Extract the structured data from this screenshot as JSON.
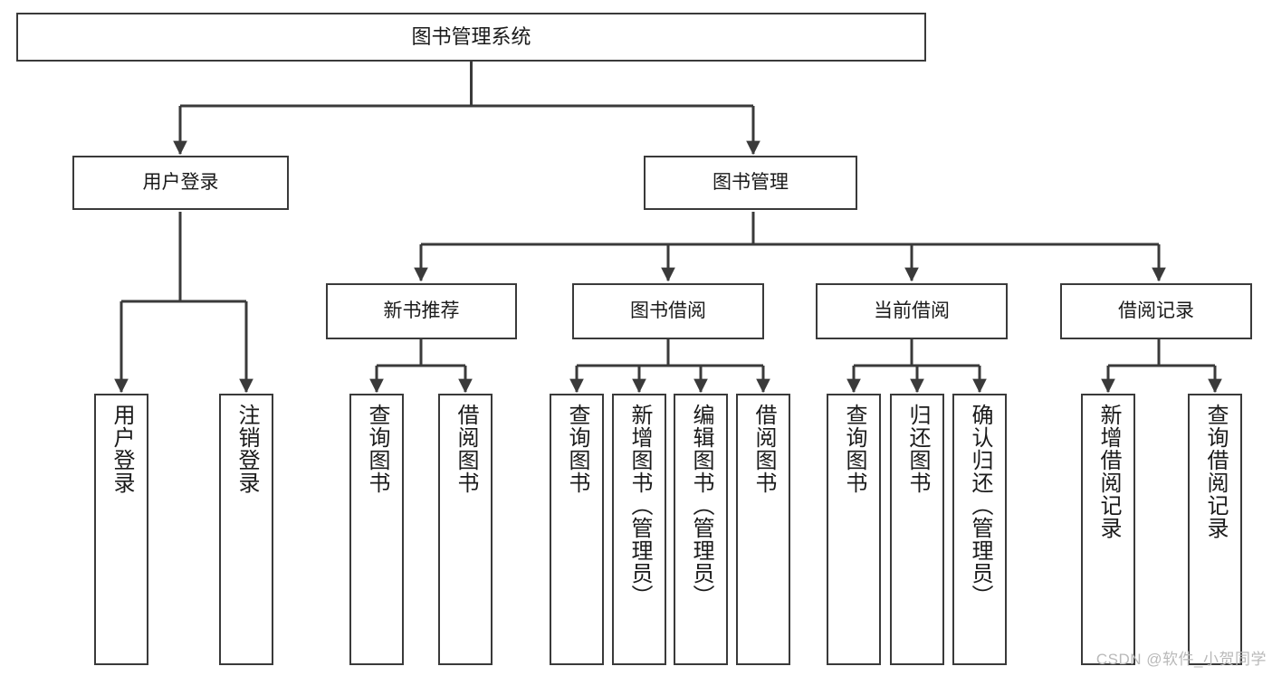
{
  "diagram": {
    "title": "图书管理系统",
    "type": "tree-hierarchy",
    "watermark": "CSDN @软件_小贺同学",
    "colors": {
      "stroke": "#3a3a3a",
      "fill": "#ffffff",
      "text": "#1a1a1a",
      "watermark": "#b9b9b9"
    },
    "levels": {
      "root": {
        "label": "图书管理系统"
      },
      "level2": [
        {
          "label": "用户登录"
        },
        {
          "label": "图书管理"
        }
      ],
      "level3": [
        {
          "label": "新书推荐"
        },
        {
          "label": "图书借阅"
        },
        {
          "label": "当前借阅"
        },
        {
          "label": "借阅记录"
        }
      ],
      "leaves": {
        "user_login": [
          {
            "label": "用户登录"
          },
          {
            "label": "注销登录"
          }
        ],
        "new_book": [
          {
            "label": "查询图书"
          },
          {
            "label": "借阅图书"
          }
        ],
        "book_borrow": [
          {
            "label": "查询图书"
          },
          {
            "label": "新增图书（管理员）"
          },
          {
            "label": "编辑图书（管理员）"
          },
          {
            "label": "借阅图书"
          }
        ],
        "current_borrow": [
          {
            "label": "查询图书"
          },
          {
            "label": "归还图书"
          },
          {
            "label": "确认归还（管理员）"
          }
        ],
        "borrow_record": [
          {
            "label": "新增借阅记录"
          },
          {
            "label": "查询借阅记录"
          }
        ]
      }
    }
  }
}
